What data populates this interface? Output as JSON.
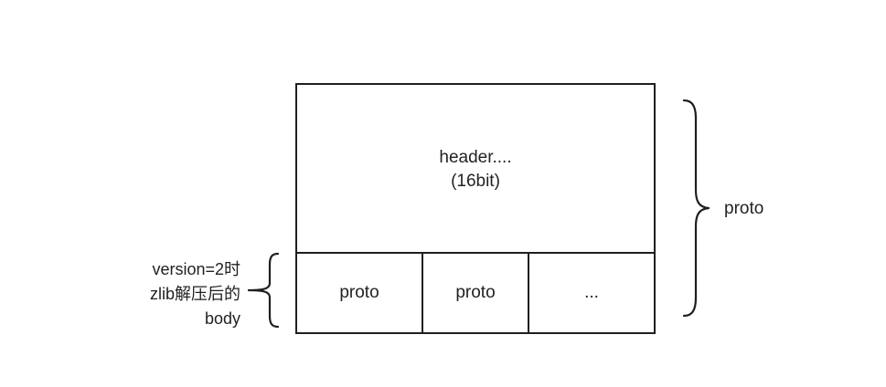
{
  "diagram": {
    "header_box": {
      "line1": "header....",
      "line2": "(16bit)"
    },
    "body_cells": [
      {
        "label": "proto"
      },
      {
        "label": "proto"
      },
      {
        "label": "..."
      }
    ],
    "right_label": "proto",
    "left_label": {
      "line1": "version=2时",
      "line2": "zlib解压后的",
      "line3": "body"
    }
  }
}
